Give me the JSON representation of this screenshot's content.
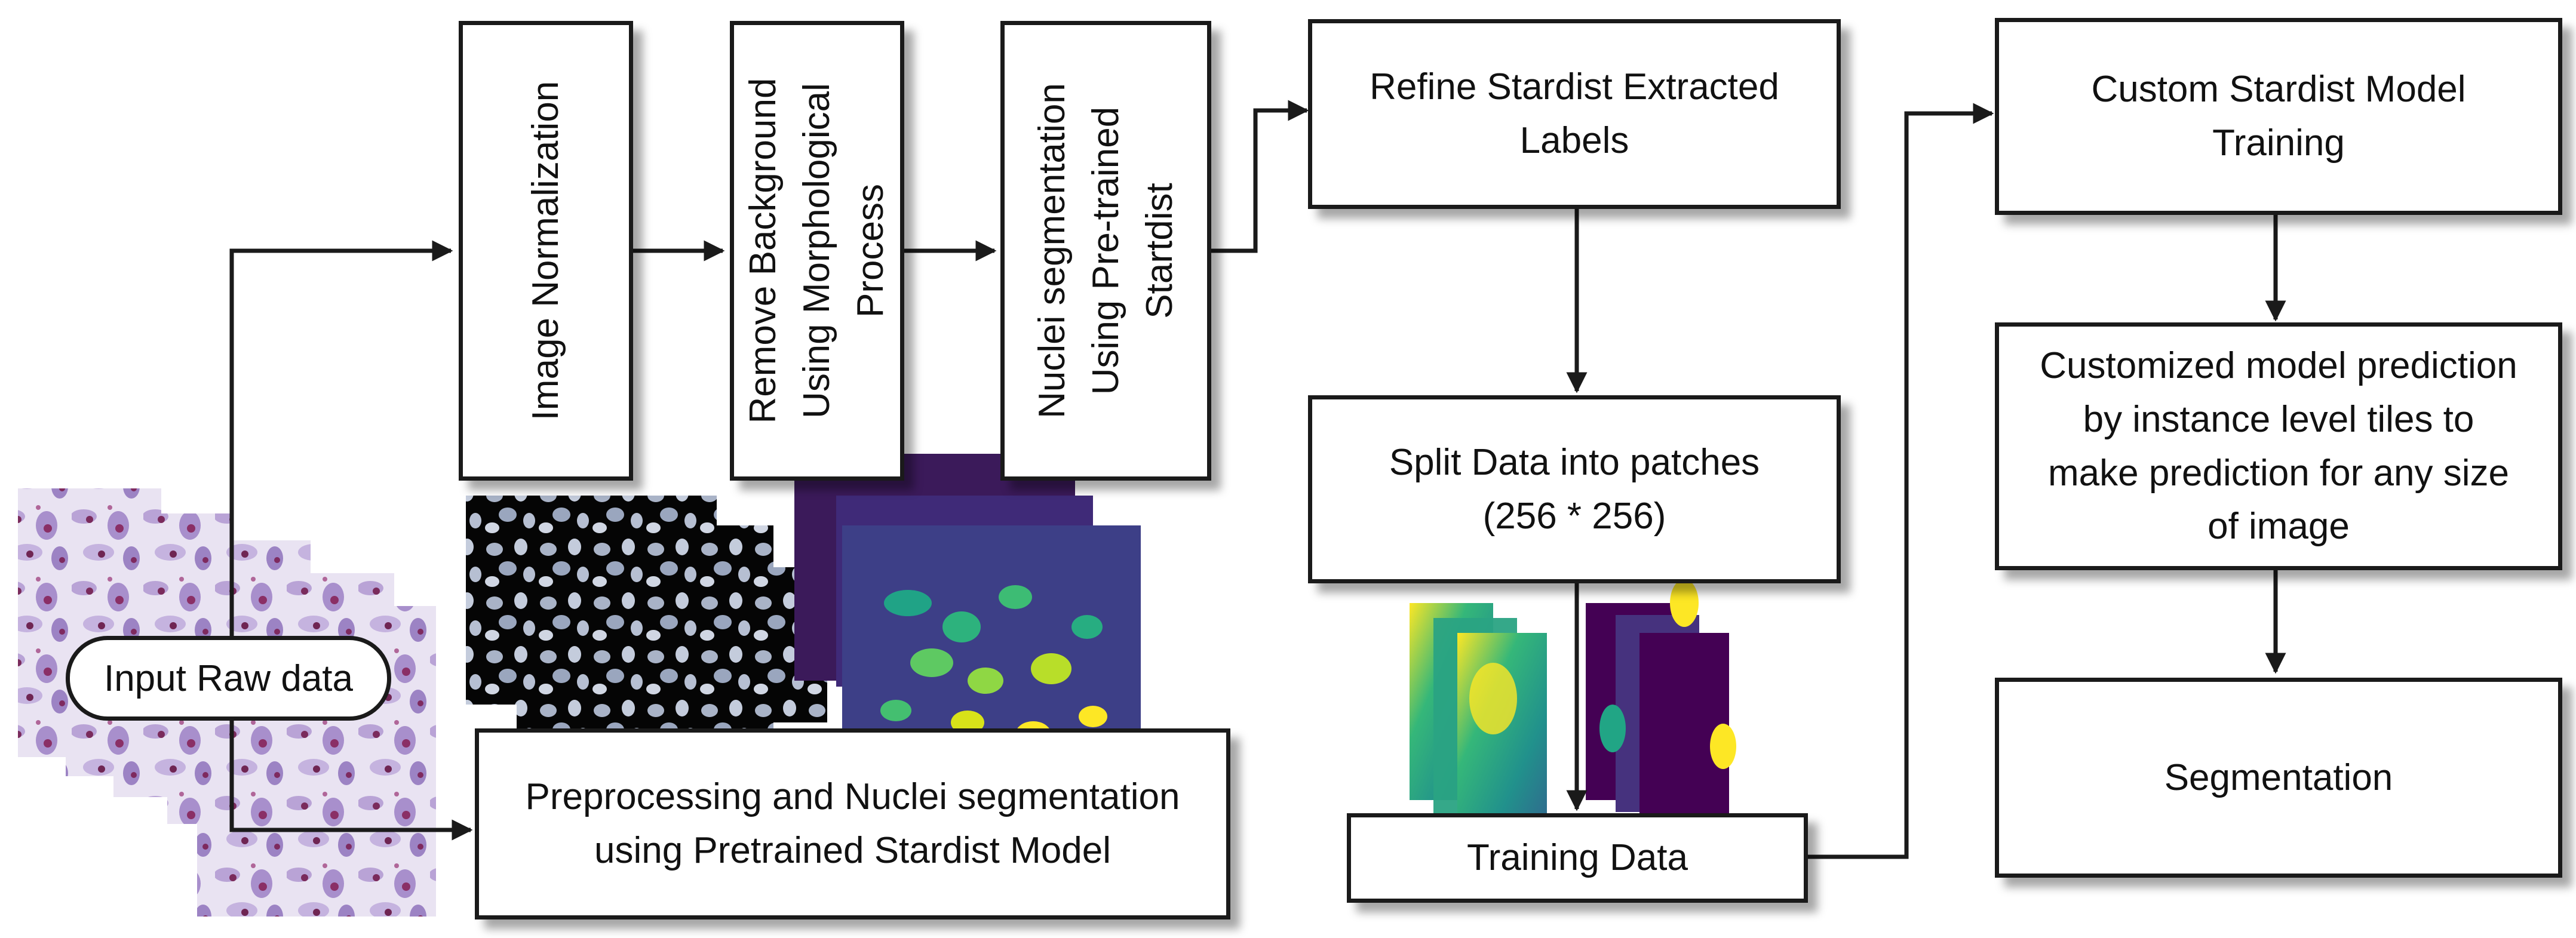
{
  "input": "Input Raw data",
  "steps": {
    "normalization": "Image Normalization",
    "remove_bg": [
      "Remove Background",
      "Using Morphological",
      "Process"
    ],
    "nuclei_seg": [
      "Nuclei segmentation",
      "Using Pre-trained",
      "Startdist"
    ]
  },
  "preprocess_group": [
    "Preprocessing and Nuclei segmentation",
    "using Pretrained Stardist Model"
  ],
  "refine": [
    "Refine Stardist Extracted",
    "Labels"
  ],
  "split": [
    "Split Data into patches",
    "(256 * 256)"
  ],
  "training_data": "Training Data",
  "custom_training": [
    "Custom Stardist Model",
    "Training"
  ],
  "customized_prediction": [
    "Customized model prediction",
    "by instance level tiles to",
    "make prediction for any size",
    "of image"
  ],
  "segmentation": "Segmentation",
  "colors": {
    "stroke": "#1a1a1a",
    "box_fill": "#ffffff",
    "viridis_dark": "#440154",
    "viridis_yellow": "#fde725"
  }
}
